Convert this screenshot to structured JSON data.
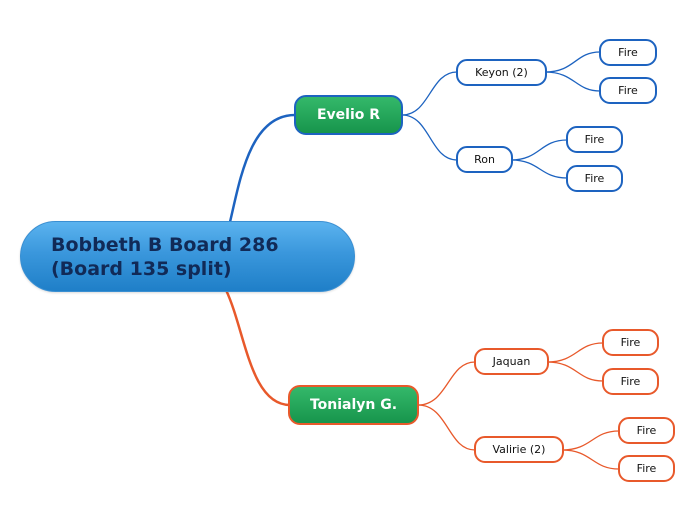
{
  "root": {
    "line1": "Bobbeth B Board 286",
    "line2": "(Board 135 split)"
  },
  "branches": [
    {
      "label": "Evelio R",
      "children": [
        {
          "label": "Keyon (2)",
          "children": [
            "Fire",
            "Fire"
          ]
        },
        {
          "label": "Ron",
          "children": [
            "Fire",
            "Fire"
          ]
        }
      ]
    },
    {
      "label": "Tonialyn G.",
      "children": [
        {
          "label": "Jaquan",
          "children": [
            "Fire",
            "Fire"
          ]
        },
        {
          "label": "Valirie (2)",
          "children": [
            "Fire",
            "Fire"
          ]
        }
      ]
    }
  ],
  "colors": {
    "top_branch": "#1d63c0",
    "bottom_branch": "#e8592b",
    "topic_fill": "#17954c",
    "root_fill": "#3a97dc"
  }
}
